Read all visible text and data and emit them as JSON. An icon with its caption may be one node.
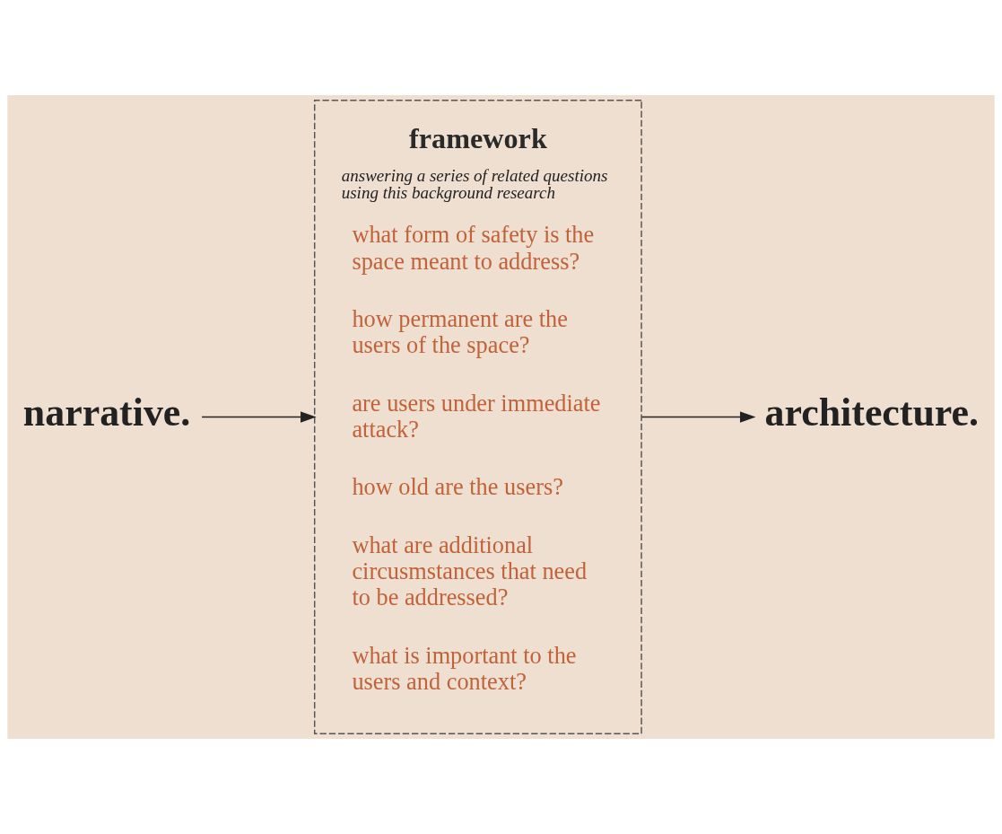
{
  "diagram": {
    "nodes": [
      {
        "text": [
          "narrative."
        ]
      },
      {
        "text": [
          "framework",
          "answering a series of related questions using this background research",
          "what form of safety is the space meant to address?",
          "how permanent are the users of the space?",
          "are users under immediate attack?",
          "how old are the users?",
          "what are additional circusmstances that need to be addressed?",
          "what is important to the users and context?"
        ]
      },
      {
        "text": [
          "architecture."
        ]
      }
    ],
    "edges": [
      {
        "from": 0,
        "to": 1,
        "arrow": "to"
      },
      {
        "from": 1,
        "to": 2,
        "arrow": "to"
      }
    ]
  }
}
